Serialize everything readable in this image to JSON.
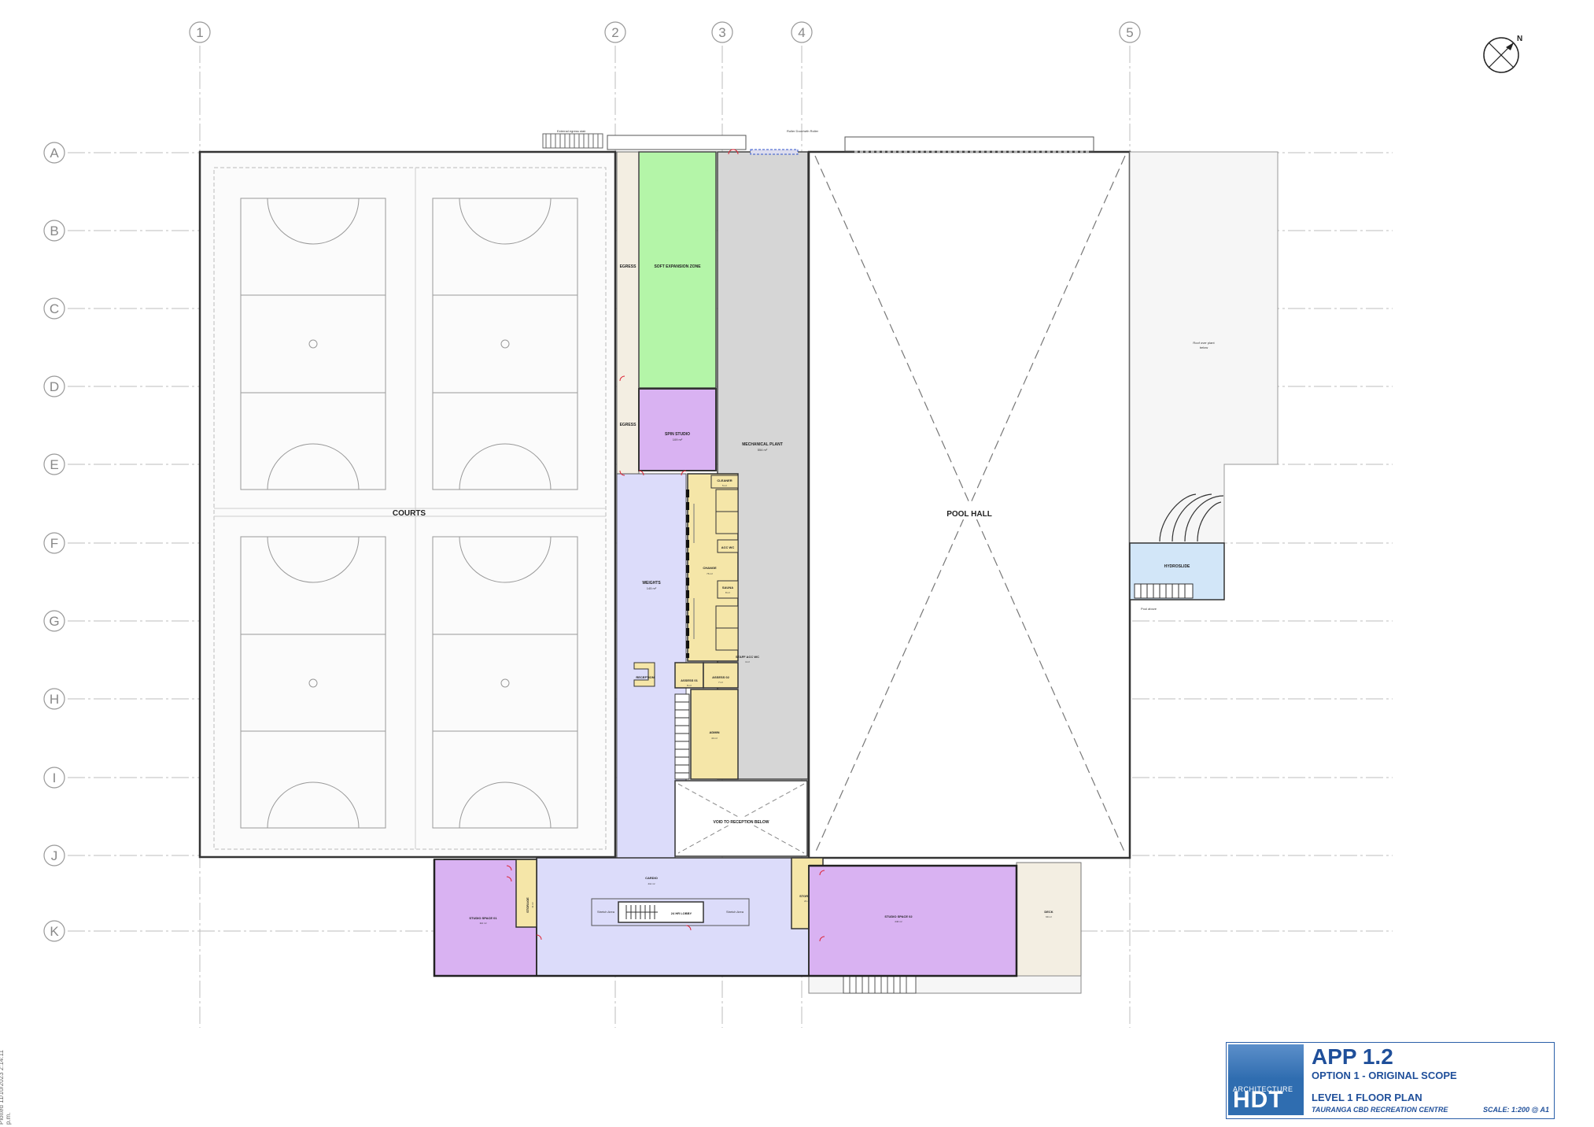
{
  "grid": {
    "columns": [
      "1",
      "2",
      "3",
      "4",
      "5"
    ],
    "rows": [
      "A",
      "B",
      "C",
      "D",
      "E",
      "F",
      "G",
      "H",
      "I",
      "J",
      "K"
    ]
  },
  "rooms": {
    "courts": "COURTS",
    "egress_1": "EGRESS",
    "egress_2": "EGRESS",
    "soft_expansion": "SOFT EXPANSION ZONE",
    "spin_studio": "SPIN STUDIO",
    "spin_studio_area": "109 m²",
    "mechanical_plant": "MECHANICAL PLANT",
    "mechanical_plant_area": "554 m²",
    "pool_hall": "POOL HALL",
    "roof_plant": "Roof over plant",
    "roof_plant_sub": "below",
    "hydroslide": "HYDROSLIDE",
    "pool_above": "Pool above",
    "cleaner": "CLEANER",
    "cleaner_area": "5 m²",
    "acc_wc": "ACC WC",
    "change": "CHANGE",
    "change_area": "76 m²",
    "sauna": "SAUNA",
    "sauna_area": "8 m²",
    "weights": "WEIGHTS",
    "weights_area": "145 m²",
    "staff_acc_wc": "STAFF ACC WC",
    "staff_acc_wc_area": "4 m²",
    "reception": "RECEPTION",
    "assess_1": "ASSESS 01",
    "assess_1_area": "8 m²",
    "assess_2": "ASSESS 02",
    "assess_2_area": "7 m²",
    "admin": "ADMIN",
    "admin_area": "44 m²",
    "void": "VOID TO RECEPTION BELOW",
    "cardio": "CARDIO",
    "cardio_area": "411 m²",
    "studio_1": "STUDIO SPACE 01",
    "studio_1_area": "112 m²",
    "storage_1": "STORAGE",
    "storage_1_area": "11 m²",
    "lobby": "24 HR LOBBY",
    "stretch_1": "Stretch Area",
    "stretch_2": "Stretch Area",
    "storage_2": "STORAGE",
    "storage_2_area": "21 m²",
    "studio_2": "STUDIO SPACE 02",
    "studio_2_area": "240 m²",
    "deck": "DECK",
    "deck_area": "99 m²",
    "external_stair": "External egress stair",
    "solar_note": "Roller Door/with Roller"
  },
  "title_block": {
    "code": "APP 1.2",
    "option": "OPTION 1 - ORIGINAL SCOPE",
    "sheet": "LEVEL 1 FLOOR PLAN",
    "project": "TAURANGA CBD RECREATION CENTRE",
    "scale": "SCALE: 1:200 @ A1",
    "logo_sub": "ARCHITECTURE",
    "logo": "HDT"
  },
  "plotted": "Plotted 11/10/2023 2:14:11 p.m.",
  "colors": {
    "soft_expansion": "#b4f5a8",
    "studio": "#d9b2f2",
    "circulation": "#dcdcfa",
    "plant": "#d6d6d6",
    "wet": "#f5e6a8",
    "hydroslide": "#d2e6f8",
    "brand": "#2f6db0"
  },
  "icons": [
    "north-arrow-icon"
  ]
}
